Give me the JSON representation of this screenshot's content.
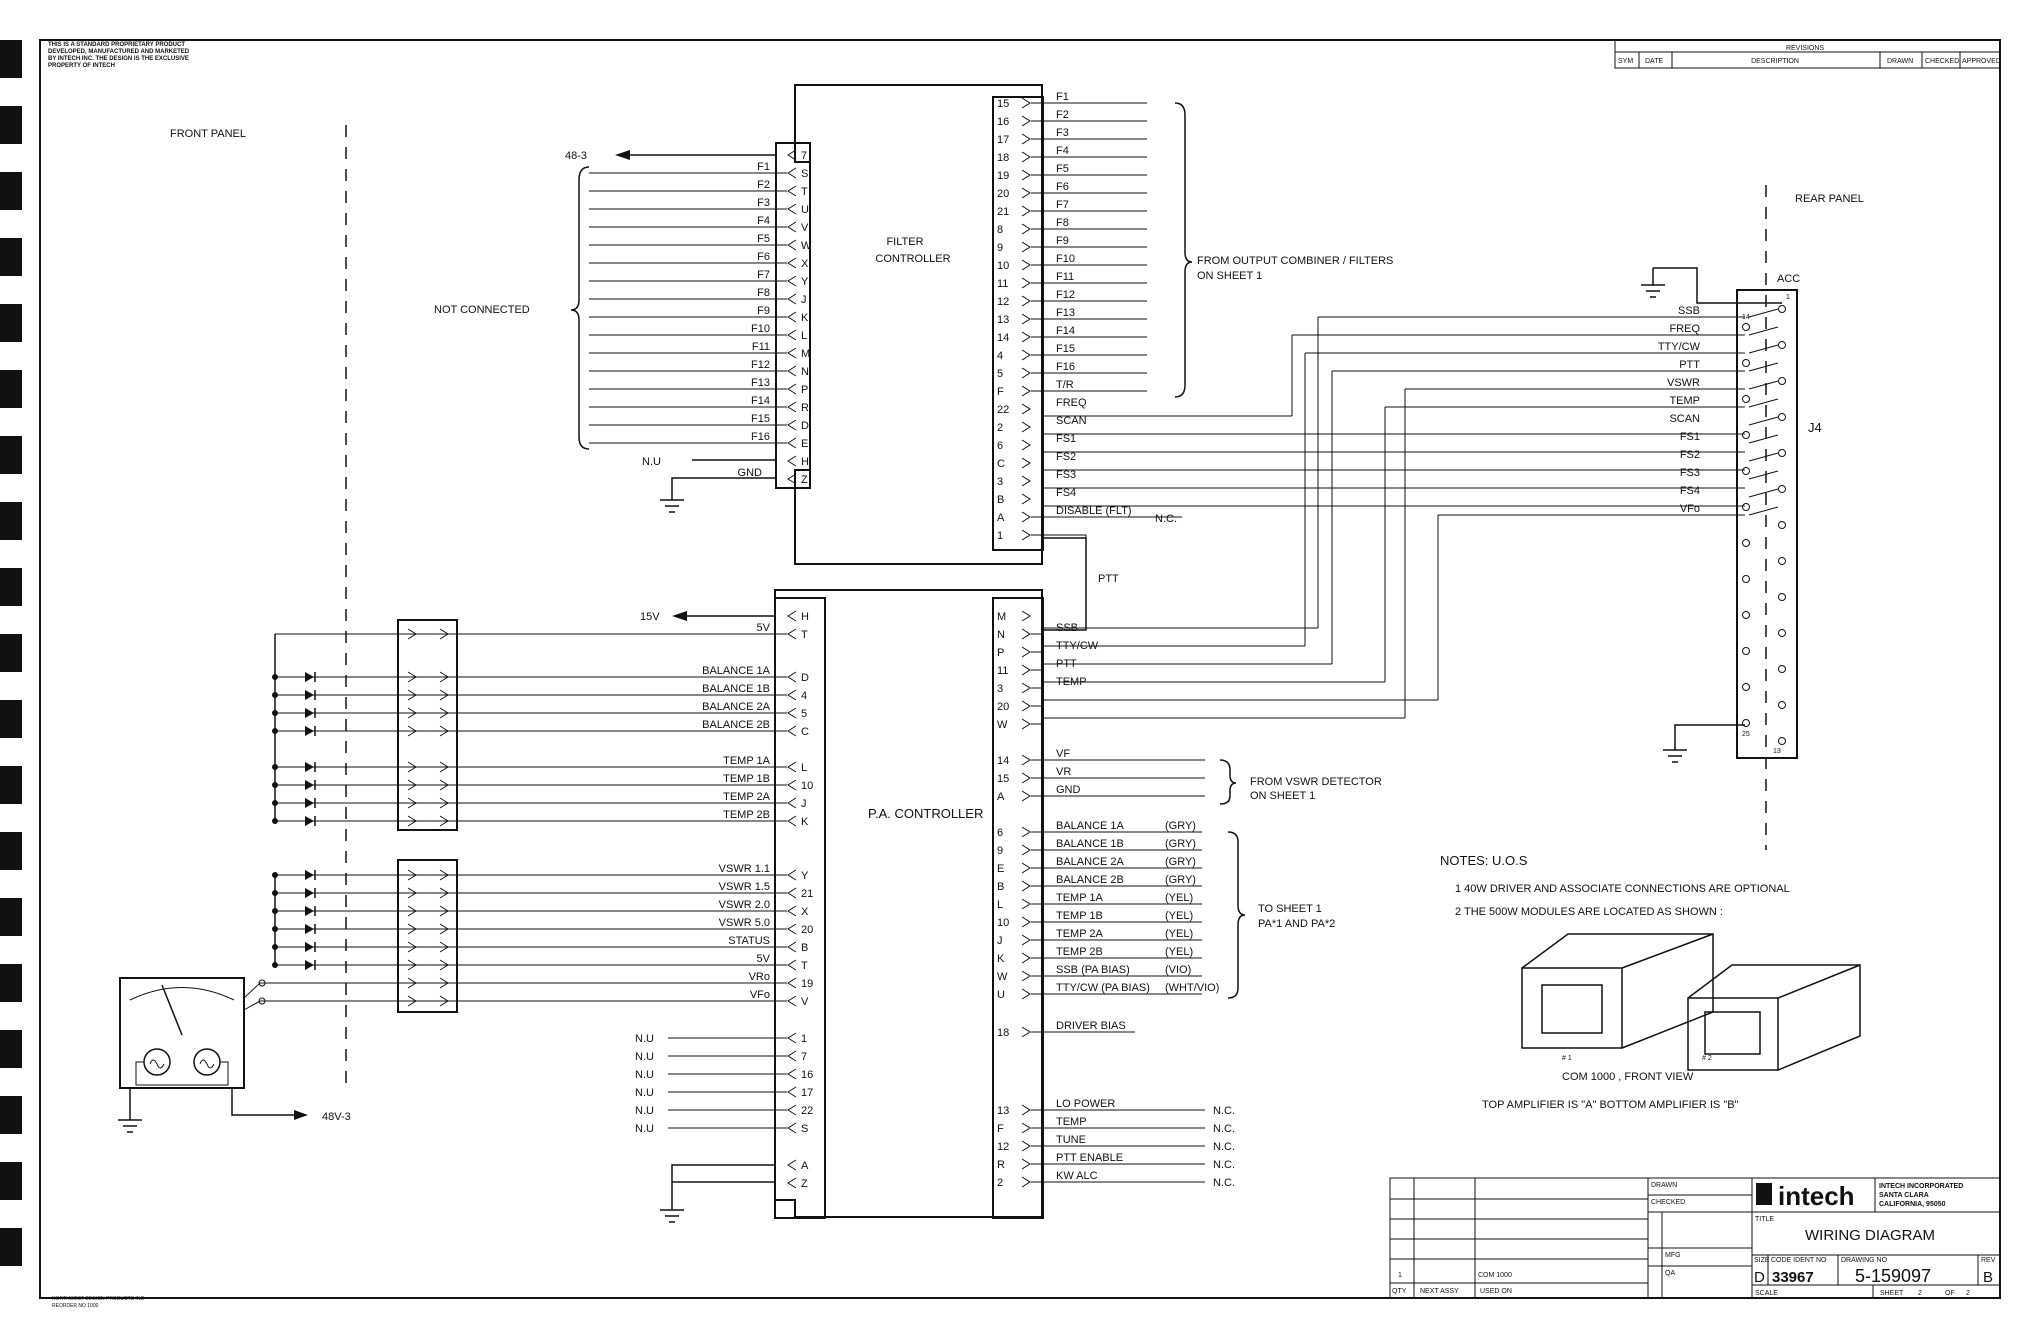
{
  "proprietary_notice": [
    "THIS IS A STANDARD PROPRIETARY PRODUCT",
    "DEVELOPED, MANUFACTURED AND MARKETED",
    "BY INTECH INC. THE DESIGN IS THE EXCLUSIVE",
    "PROPERTY OF INTECH"
  ],
  "labels": {
    "front_panel": "FRONT PANEL",
    "rear_panel": "REAR PANEL",
    "not_connected": "NOT CONNECTED",
    "filter_controller_1": "FILTER",
    "filter_controller_2": "CONTROLLER",
    "pa_controller": "P.A. CONTROLLER",
    "from_output_1": "FROM OUTPUT COMBINER / FILTERS",
    "from_output_2": "ON SHEET 1",
    "from_vswr_1": "FROM VSWR DETECTOR",
    "from_vswr_2": "ON SHEET 1",
    "to_sheet_1": "TO SHEET 1",
    "to_sheet_2": "PA*1 AND PA*2",
    "out_48b3": "48-3",
    "out_15v": "15V",
    "out_48v3": "48V-3",
    "ptt": "PTT",
    "acc": "ACC",
    "j4": "J4",
    "nc": "N.C.",
    "nu": "N.U",
    "gnd": "GND",
    "five_v": "5V"
  },
  "filter_ctrl_left": {
    "signals": [
      "",
      "F1",
      "F2",
      "F3",
      "F4",
      "F5",
      "F6",
      "F7",
      "F8",
      "F9",
      "F10",
      "F11",
      "F12",
      "F13",
      "F14",
      "F15",
      "F16",
      "",
      "GND"
    ],
    "pins": [
      "7",
      "S",
      "T",
      "U",
      "V",
      "W",
      "X",
      "Y",
      "J",
      "K",
      "L",
      "M",
      "N",
      "P",
      "R",
      "D",
      "E",
      "H",
      "Z"
    ]
  },
  "filter_ctrl_right": {
    "pins": [
      "15",
      "16",
      "17",
      "18",
      "19",
      "20",
      "21",
      "8",
      "9",
      "10",
      "11",
      "12",
      "13",
      "14",
      "4",
      "5",
      "F",
      "22",
      "2",
      "6",
      "C",
      "3",
      "B",
      "A",
      "1"
    ],
    "signals": [
      "F1",
      "F2",
      "F3",
      "F4",
      "F5",
      "F6",
      "F7",
      "F8",
      "F9",
      "F10",
      "F11",
      "F12",
      "F13",
      "F14",
      "F15",
      "F16",
      "T/R",
      "FREQ",
      "SCAN",
      "FS1",
      "FS2",
      "FS3",
      "FS4",
      "DISABLE (FLT)",
      ""
    ]
  },
  "pa_ctrl_left": {
    "top": [
      {
        "pin": "H",
        "signal": ""
      },
      {
        "pin": "T",
        "signal": "5V"
      }
    ],
    "balance": [
      {
        "pin": "D",
        "signal": "BALANCE 1A"
      },
      {
        "pin": "4",
        "signal": "BALANCE 1B"
      },
      {
        "pin": "5",
        "signal": "BALANCE 2A"
      },
      {
        "pin": "C",
        "signal": "BALANCE 2B"
      }
    ],
    "temp": [
      {
        "pin": "L",
        "signal": "TEMP 1A"
      },
      {
        "pin": "10",
        "signal": "TEMP 1B"
      },
      {
        "pin": "J",
        "signal": "TEMP 2A"
      },
      {
        "pin": "K",
        "signal": "TEMP 2B"
      }
    ],
    "vswr": [
      {
        "pin": "Y",
        "signal": "VSWR 1.1"
      },
      {
        "pin": "21",
        "signal": "VSWR 1.5"
      },
      {
        "pin": "X",
        "signal": "VSWR 2.0"
      },
      {
        "pin": "20",
        "signal": "VSWR 5.0"
      },
      {
        "pin": "B",
        "signal": "STATUS"
      },
      {
        "pin": "T",
        "signal": "5V"
      },
      {
        "pin": "19",
        "signal": "VRo"
      },
      {
        "pin": "V",
        "signal": "VFo"
      }
    ],
    "nu": [
      {
        "pin": "1",
        "signal": "N.U"
      },
      {
        "pin": "7",
        "signal": "N.U"
      },
      {
        "pin": "16",
        "signal": "N.U"
      },
      {
        "pin": "17",
        "signal": "N.U"
      },
      {
        "pin": "22",
        "signal": "N.U"
      },
      {
        "pin": "S",
        "signal": "N.U"
      }
    ],
    "bottom": [
      {
        "pin": "A",
        "signal": ""
      },
      {
        "pin": "Z",
        "signal": ""
      }
    ]
  },
  "pa_ctrl_right": {
    "top": [
      {
        "pin": "M",
        "signal": ""
      },
      {
        "pin": "N",
        "signal": "SSB"
      },
      {
        "pin": "P",
        "signal": "TTY/CW"
      },
      {
        "pin": "11",
        "signal": "PTT"
      },
      {
        "pin": "3",
        "signal": "TEMP"
      },
      {
        "pin": "20",
        "signal": ""
      },
      {
        "pin": "W",
        "signal": ""
      }
    ],
    "vswr": [
      {
        "pin": "14",
        "signal": "VF"
      },
      {
        "pin": "15",
        "signal": "VR"
      },
      {
        "pin": "A",
        "signal": "GND"
      }
    ],
    "pa": [
      {
        "pin": "6",
        "signal": "BALANCE 1A",
        "color": "(GRY)"
      },
      {
        "pin": "9",
        "signal": "BALANCE 1B",
        "color": "(GRY)"
      },
      {
        "pin": "E",
        "signal": "BALANCE 2A",
        "color": "(GRY)"
      },
      {
        "pin": "B",
        "signal": "BALANCE 2B",
        "color": "(GRY)"
      },
      {
        "pin": "L",
        "signal": "TEMP 1A",
        "color": "(YEL)"
      },
      {
        "pin": "10",
        "signal": "TEMP 1B",
        "color": "(YEL)"
      },
      {
        "pin": "J",
        "signal": "TEMP 2A",
        "color": "(YEL)"
      },
      {
        "pin": "K",
        "signal": "TEMP 2B",
        "color": "(YEL)"
      },
      {
        "pin": "W",
        "signal": "SSB (PA BIAS)",
        "color": "(VIO)"
      },
      {
        "pin": "U",
        "signal": "TTY/CW (PA BIAS)",
        "color": "(WHT/VIO)"
      }
    ],
    "driver": [
      {
        "pin": "18",
        "signal": "DRIVER BIAS"
      }
    ],
    "nc": [
      {
        "pin": "13",
        "signal": "LO POWER"
      },
      {
        "pin": "F",
        "signal": "TEMP"
      },
      {
        "pin": "12",
        "signal": "TUNE"
      },
      {
        "pin": "R",
        "signal": "PTT ENABLE"
      },
      {
        "pin": "2",
        "signal": "KW ALC"
      }
    ]
  },
  "rear_panel": {
    "signals": [
      "SSB",
      "FREQ",
      "TTY/CW",
      "PTT",
      "VSWR",
      "TEMP",
      "SCAN",
      "FS1",
      "FS2",
      "FS3",
      "FS4",
      "VFo"
    ],
    "pin_top_left": "14",
    "pin_top_right": "1",
    "pin_bottom_left": "25",
    "pin_bottom_right": "13"
  },
  "notes": {
    "title": "NOTES: U.O.S",
    "items": [
      "1   40W DRIVER AND ASSOCIATE CONNECTIONS ARE OPTIONAL",
      "2   THE 500W MODULES ARE LOCATED AS SHOWN :"
    ],
    "module_1": "# 1",
    "module_2": "# 2",
    "front_view": "COM 1000 , FRONT VIEW",
    "amp_note": "TOP AMPLIFIER IS \"A\"  BOTTOM AMPLIFIER IS \"B\""
  },
  "revisions": {
    "title": "REVISIONS",
    "cols": [
      "SYM",
      "DATE",
      "DESCRIPTION",
      "DRAWN",
      "CHECKED",
      "APPROVED"
    ]
  },
  "title_block": {
    "company": "intech",
    "company_full": [
      "INTECH INCORPORATED",
      "SANTA CLARA",
      "CALIFORNIA, 95050"
    ],
    "title": "WIRING DIAGRAM",
    "size": "D",
    "code_ident": "33967",
    "drawing_no": "5-159097",
    "rev": "B",
    "sheet_label": "SHEET",
    "sheet": "2",
    "of_label": "OF",
    "sheets": "2",
    "scale": "SCALE",
    "field_drawn": "DRAWN",
    "field_checked": "CHECKED",
    "field_title": "TITLE",
    "field_size": "SIZE",
    "field_code": "CODE IDENT NO",
    "field_dwg": "DRAWING NO",
    "field_rev": "REV",
    "field_mfg": "MFG",
    "field_qa": "QA",
    "usage": {
      "qty": "1",
      "next_assy": "",
      "used_on": "COM 1000"
    },
    "usage_cols": [
      "QTY",
      "NEXT ASSY",
      "USED ON"
    ]
  },
  "footer_credit": [
    "NORTHWEST DESIGN PRODUCTS INC",
    "REORDER NO 1000"
  ]
}
